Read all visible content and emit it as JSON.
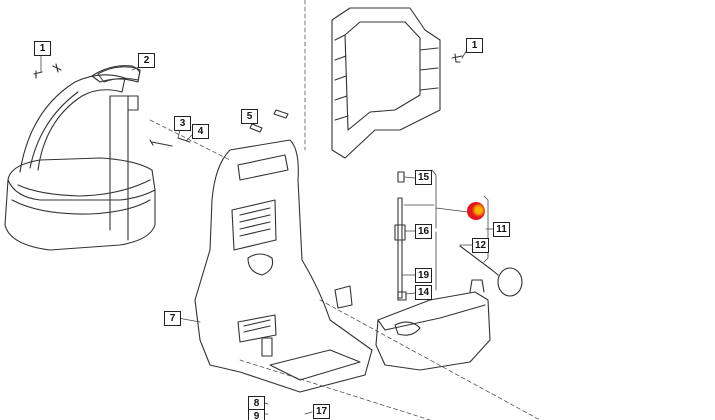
{
  "diagram": {
    "callouts": [
      {
        "id": "c1a",
        "label": "1"
      },
      {
        "id": "c2",
        "label": "2"
      },
      {
        "id": "c3",
        "label": "3"
      },
      {
        "id": "c4",
        "label": "4"
      },
      {
        "id": "c5",
        "label": "5"
      },
      {
        "id": "c7",
        "label": "7"
      },
      {
        "id": "c8",
        "label": "8"
      },
      {
        "id": "c9",
        "label": "9"
      },
      {
        "id": "c17",
        "label": "17"
      },
      {
        "id": "c1b",
        "label": "1"
      },
      {
        "id": "c15",
        "label": "15"
      },
      {
        "id": "c16",
        "label": "16"
      },
      {
        "id": "c19",
        "label": "19"
      },
      {
        "id": "c14",
        "label": "14"
      },
      {
        "id": "c11",
        "label": "11"
      },
      {
        "id": "c12",
        "label": "12"
      }
    ],
    "colors": {
      "line": "#333333",
      "hotspot": "#e8151b",
      "hotspot_center": "#f5b000"
    }
  }
}
